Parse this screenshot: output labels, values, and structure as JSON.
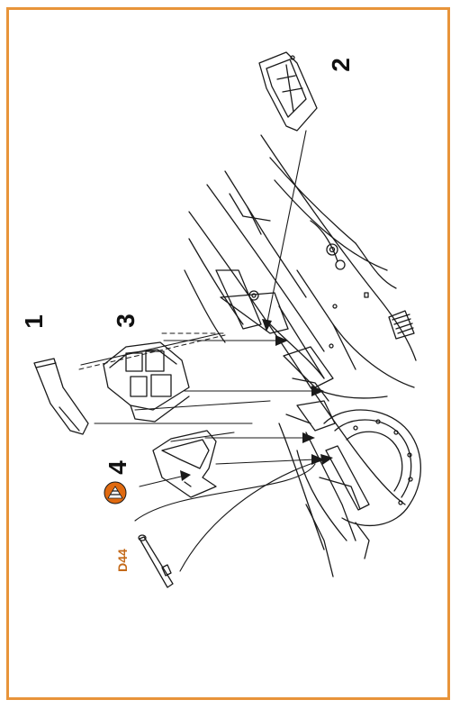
{
  "frame": {
    "border_color": "#e8943a"
  },
  "callouts": {
    "c1": "1",
    "c2": "2",
    "c3": "3",
    "c4": "4"
  },
  "part_code": {
    "label": "D44",
    "color": "#c46a1a"
  },
  "glue_icon": {
    "name": "glue-icon",
    "fill": "#e06a10"
  }
}
